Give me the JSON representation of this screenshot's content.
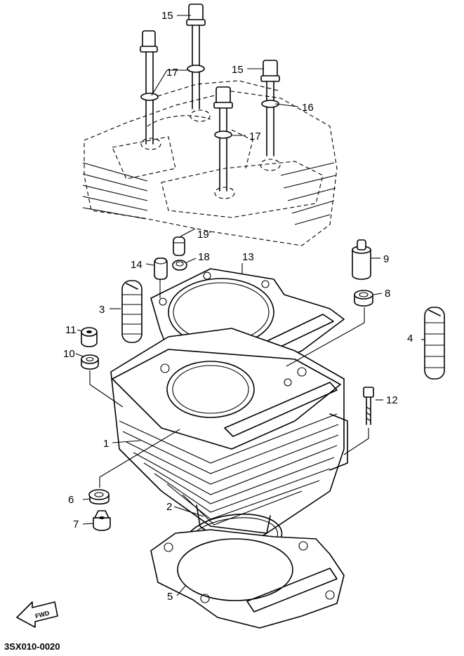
{
  "diagram": {
    "drawing_code": "3SX010-0020",
    "direction_arrow_text": "FWD",
    "callouts": [
      {
        "id": "c15a",
        "text": "15"
      },
      {
        "id": "c15b",
        "text": "15"
      },
      {
        "id": "c17a",
        "text": "17"
      },
      {
        "id": "c17b",
        "text": "17"
      },
      {
        "id": "c16",
        "text": "16"
      },
      {
        "id": "c19",
        "text": "19'"
      },
      {
        "id": "c18",
        "text": "18"
      },
      {
        "id": "c14",
        "text": "14"
      },
      {
        "id": "c13",
        "text": "13"
      },
      {
        "id": "c9",
        "text": "9"
      },
      {
        "id": "c8",
        "text": "8"
      },
      {
        "id": "c3",
        "text": "3"
      },
      {
        "id": "c4",
        "text": "4"
      },
      {
        "id": "c11",
        "text": "11"
      },
      {
        "id": "c10",
        "text": "10"
      },
      {
        "id": "c12",
        "text": "12"
      },
      {
        "id": "c1",
        "text": "1"
      },
      {
        "id": "c6",
        "text": "6"
      },
      {
        "id": "c7",
        "text": "7"
      },
      {
        "id": "c2",
        "text": "2"
      },
      {
        "id": "c5",
        "text": "5"
      }
    ]
  }
}
